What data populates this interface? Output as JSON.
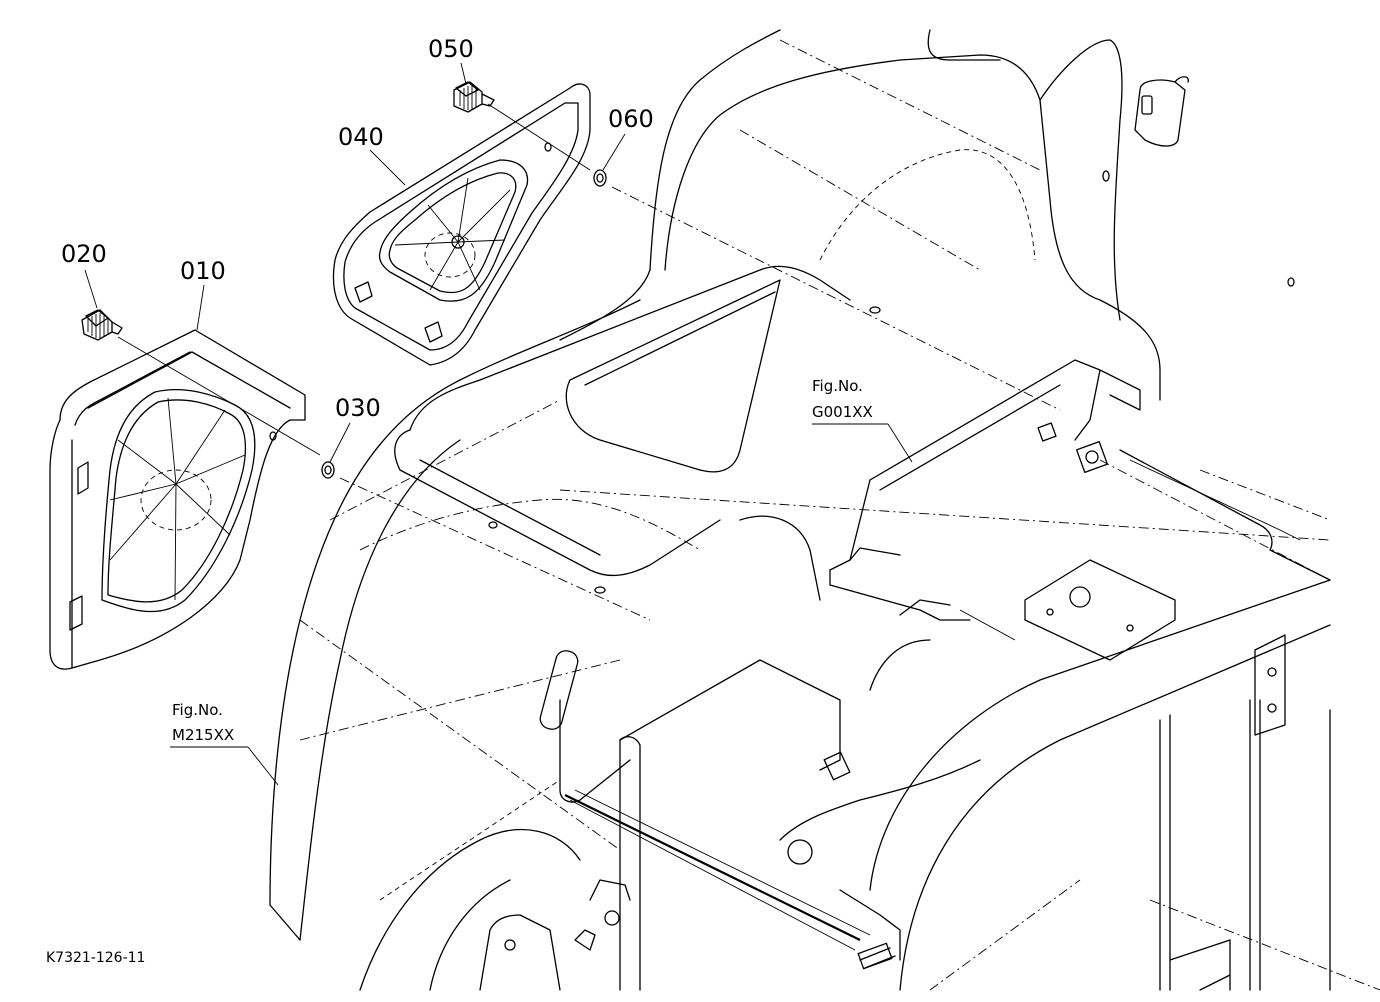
{
  "parts": [
    {
      "id": "p010",
      "number": "010"
    },
    {
      "id": "p020",
      "number": "020"
    },
    {
      "id": "p030",
      "number": "030"
    },
    {
      "id": "p040",
      "number": "040"
    },
    {
      "id": "p050",
      "number": "050"
    },
    {
      "id": "p060",
      "number": "060"
    }
  ],
  "references": [
    {
      "label": "Fig.No.",
      "code": "G001XX"
    },
    {
      "label": "Fig.No.",
      "code": "M215XX"
    }
  ],
  "drawing_code": "K7321-126-11"
}
